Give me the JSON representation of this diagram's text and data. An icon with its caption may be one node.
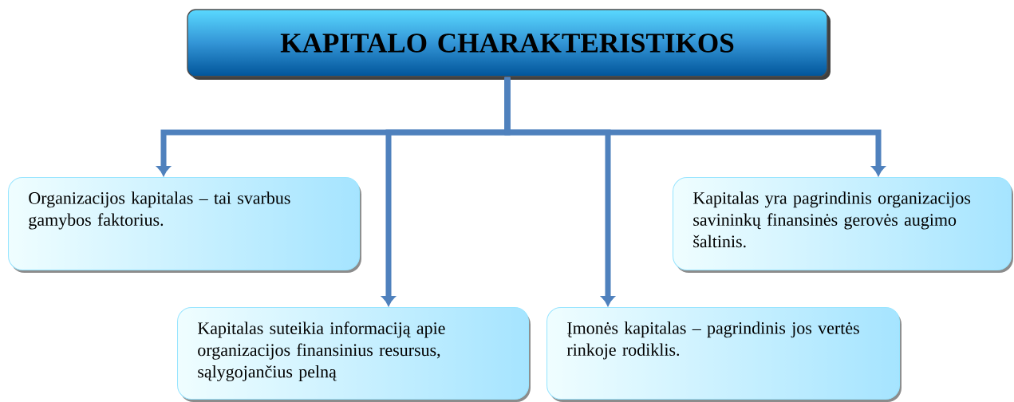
{
  "diagram": {
    "nodes": [
      {
        "text": [
          "KAPITALO CHARAKTERISTIKOS"
        ]
      },
      {
        "text": [
          "Organizacijos kapitalas – tai svarbus gamybos faktorius."
        ]
      },
      {
        "text": [
          "Kapitalas suteikia informaciją apie organizacijos finansinius resursus, sąlygojančius pelną"
        ]
      },
      {
        "text": [
          "Įmonės kapitalas – pagrindinis jos vertės rinkoje rodiklis."
        ]
      },
      {
        "text": [
          "Kapitalas yra pagrindinis organizacijos savininkų finansinės gerovės augimo šaltinis."
        ]
      }
    ],
    "edges": [
      {
        "from": 0,
        "to": 1,
        "arrow": "to"
      },
      {
        "from": 0,
        "to": 2,
        "arrow": "to"
      },
      {
        "from": 0,
        "to": 3,
        "arrow": "to"
      },
      {
        "from": 0,
        "to": 4,
        "arrow": "to"
      }
    ]
  }
}
